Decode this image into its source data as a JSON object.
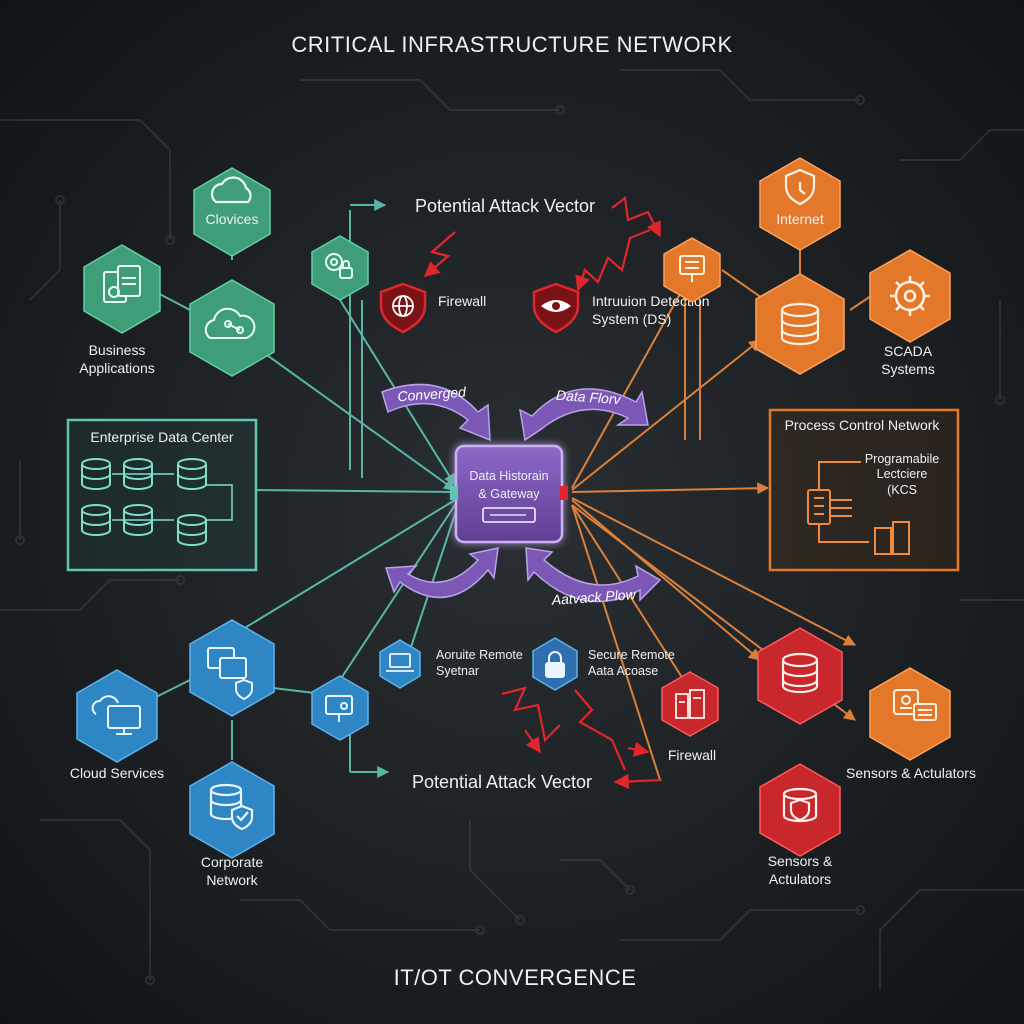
{
  "title": "CRITICAL INFRASTRUCTURE NETWORK",
  "footer": "IT/OT CONVERGENCE",
  "colors": {
    "green": "#3f9e78",
    "green_dark": "#2d7a5c",
    "teal_line": "#5fc6b3",
    "blue": "#2f86c4",
    "blue_dark": "#1f6a9e",
    "orange": "#e3782a",
    "orange_line": "#f08a3c",
    "red": "#c8282c",
    "purple": "#8b64c2",
    "purple_dark": "#6a4899",
    "attack_red": "#e0262c"
  },
  "nodes": {
    "clovices": "Clovices",
    "business_applications": [
      "Business",
      "Applications"
    ],
    "enterprise_data_center": "Enterprise Data Center",
    "firewall_top": "Firewall",
    "ids": [
      "Intruuion Detection",
      "System (DS)"
    ],
    "internet": "Internet",
    "scada": [
      "SCADA",
      "Systems"
    ],
    "process_control_network": "Process Control Network",
    "plc": [
      "Programabile",
      "Lectciere",
      "(KCS"
    ],
    "gateway": [
      "Data Historain",
      "& Gateway"
    ],
    "cloud_services": "Cloud Services",
    "corporate_network": [
      "Corporate",
      "Network"
    ],
    "remote_system": [
      "Aoruite Remote",
      "Syetnar"
    ],
    "secure_remote": [
      "Secure Remote",
      "Aata Acoase"
    ],
    "firewall_bottom": "Firewall",
    "sensors_right": "Sensors & Actulators",
    "sensors_bottom": [
      "Sensors &",
      "Actulators"
    ]
  },
  "attack_vector_top": "Potential Attack Vector",
  "attack_vector_bottom": "Potential Attack Vector",
  "flows": {
    "converged": "Converged",
    "data_flow": "Data Florv",
    "attack_flow": "Aatvack Plow"
  },
  "icons": {
    "clovices": "cloud-icon",
    "business_applications": "documents-icon",
    "green_center": "cloud-network-icon",
    "green_small": "gear-lock-icon",
    "firewall_top": "globe-shield-icon",
    "ids": "eye-shield-icon",
    "internet": "shield-icon",
    "orange_small": "monitor-panel-icon",
    "orange_db": "database-icon",
    "scada": "gear-icon",
    "cloud_services": "cloud-monitor-icon",
    "blue_top": "monitor-shield-icon",
    "blue_small": "monitor-icon",
    "corporate_network": "database-shield-icon",
    "remote_system": "laptop-icon",
    "secure_remote": "lock-icon",
    "firewall_bottom": "rack-icon",
    "red_db": "database-icon",
    "sensors_bottom": "database-shield-icon",
    "sensors_right": "sensor-panel-icon"
  }
}
